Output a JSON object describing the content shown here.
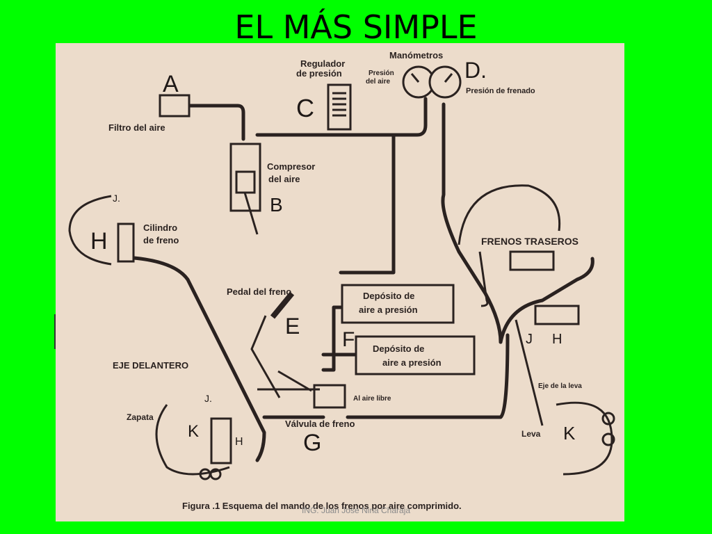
{
  "slide": {
    "title": "EL MÁS SIMPLE",
    "credit": "ING. Juan José Nina Charaja"
  },
  "diagram": {
    "letters": {
      "A": "A",
      "B": "B",
      "C": "C",
      "D": "D.",
      "E": "E",
      "F": "F",
      "G": "G",
      "H_front": "H",
      "H_rear": "H",
      "H_front_small": "H",
      "J_front_top": "J.",
      "J_front_bottom": "J.",
      "J_rear": "J",
      "K_front": "K",
      "K_rear": "K"
    },
    "labels": {
      "air_filter": "Filtro del aire",
      "pressure_regulator_1": "Regulador",
      "pressure_regulator_2": "de presión",
      "gauges": "Manómetros",
      "air_pressure_1": "Presión",
      "air_pressure_2": "del aire",
      "brake_pressure": "Presión de frenado",
      "compressor_1": "Compresor",
      "compressor_2": "del aire",
      "brake_cylinder_1": "Cilindro",
      "brake_cylinder_2": "de freno",
      "rear_brakes": "FRENOS TRASEROS",
      "brake_pedal": "Pedal del freno",
      "tank1_1": "Depósito de",
      "tank1_2": "aire a presión",
      "tank2_1": "Depósito de",
      "tank2_2": "aire a presión",
      "front_axle": "EJE DELANTERO",
      "open_air": "Al aire libre",
      "brake_valve": "Válvula de freno",
      "shoe": "Zapata",
      "cam_shaft": "Eje de la leva",
      "cam": "Leva"
    },
    "caption": "Figura .1  Esquema del mando de los frenos por aire comprimido."
  }
}
